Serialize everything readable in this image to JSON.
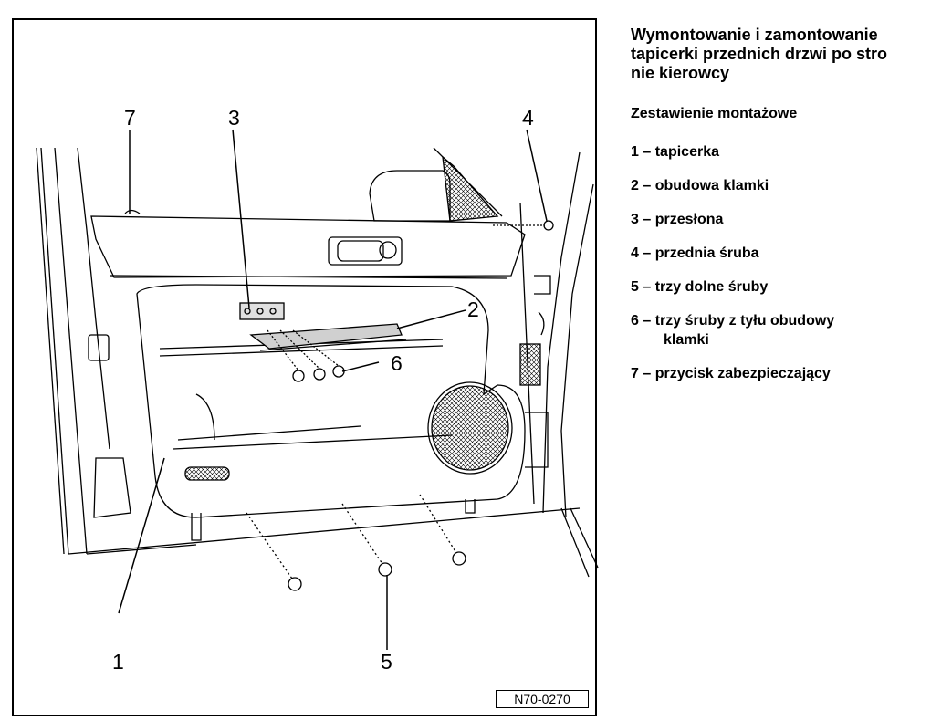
{
  "title_lines": [
    "Wymontowanie i zamontowanie",
    "tapicerki przednich drzwi po stro",
    "nie kierowcy"
  ],
  "subtitle": "Zestawienie montażowe",
  "legend": [
    {
      "num": "1",
      "text": "tapicerka"
    },
    {
      "num": "2",
      "text": "obudowa klamki"
    },
    {
      "num": "3",
      "text": "przesłona"
    },
    {
      "num": "4",
      "text": "przednia śruba"
    },
    {
      "num": "5",
      "text": "trzy dolne śruby"
    },
    {
      "num": "6",
      "text": "trzy śruby z tyłu obudowy",
      "cont": "klamki"
    },
    {
      "num": "7",
      "text": "przycisk zabezpieczający"
    }
  ],
  "callouts": {
    "c1": "1",
    "c2": "2",
    "c3": "3",
    "c4": "4",
    "c5": "5",
    "c6": "6",
    "c7": "7"
  },
  "reference_code": "N70-0270",
  "dash": "–"
}
